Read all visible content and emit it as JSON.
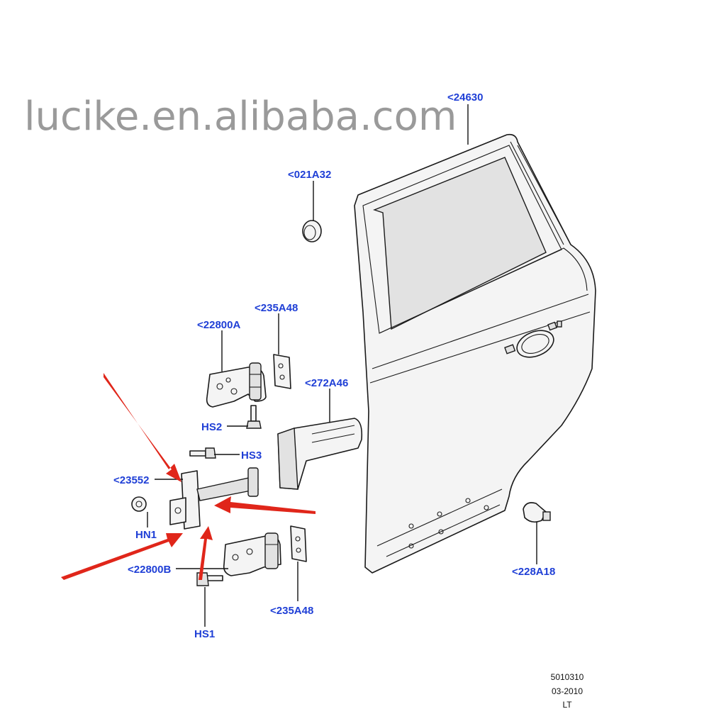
{
  "watermark": "lucike.en.alibaba.com",
  "colors": {
    "callout": "#1f3fd6",
    "arrow": "#e0261a",
    "line": "#1a1a1a",
    "watermark": "#9a9a9a"
  },
  "callouts": {
    "c24630": "<24630",
    "c021A32": "<021A32",
    "c235A48_top": "<235A48",
    "c22800A": "<22800A",
    "c272A46": "<272A46",
    "cHS2": "HS2",
    "cHS3": "HS3",
    "c23552": "<23552",
    "cHN1": "HN1",
    "c22800B": "<22800B",
    "c235A48_bottom": "<235A48",
    "cHS1": "HS1",
    "c228A18": "<228A18"
  },
  "footer": {
    "line1": "5010310",
    "line2": "03-2010",
    "line3": "LT"
  }
}
